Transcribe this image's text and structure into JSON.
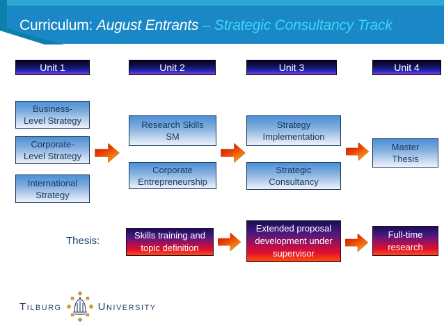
{
  "title": {
    "prefix": "Curriculum: ",
    "emphasis": "August Entrants ",
    "accent": "– Strategic Consultancy Track"
  },
  "columns": [
    {
      "unit": "Unit 1",
      "courses": [
        "Business-\nLevel Strategy",
        "Corporate-\nLevel Strategy",
        "International\nStrategy"
      ]
    },
    {
      "unit": "Unit 2",
      "courses": [
        "Research Skills\nSM",
        "Corporate\nEntrepreneurship"
      ]
    },
    {
      "unit": "Unit 3",
      "courses": [
        "Strategy\nImplementation",
        "Strategic\nConsultancy"
      ]
    },
    {
      "unit": "Unit 4",
      "courses": [
        "Master\nThesis"
      ]
    }
  ],
  "thesis": {
    "label": "Thesis:",
    "stages": [
      "Skills training and\ntopic definition",
      "Extended proposal\ndevelopment under\nsupervisor",
      "Full-time\nresearch"
    ]
  },
  "logo": {
    "left": "Tilburg",
    "right": "University"
  },
  "colors": {
    "banner": "#1a87c6",
    "banner_top_strip": "#2fa9d3",
    "banner_left_strip": "#0d7fad",
    "title_accent": "#3dd6f2",
    "unit_box_top": "#04041f",
    "unit_box_bottom": "#c058cc",
    "course_box_top": "#4a90d6",
    "course_box_bottom": "#eef2fa",
    "course_text": "#17375e",
    "stage_box_top": "#151058",
    "stage_box_bottom": "#ff4f0a",
    "arrow_red": "#c01400",
    "arrow_orange": "#ffa01e",
    "logo_navy": "#263a5e",
    "logo_gold": "#c49a32"
  }
}
